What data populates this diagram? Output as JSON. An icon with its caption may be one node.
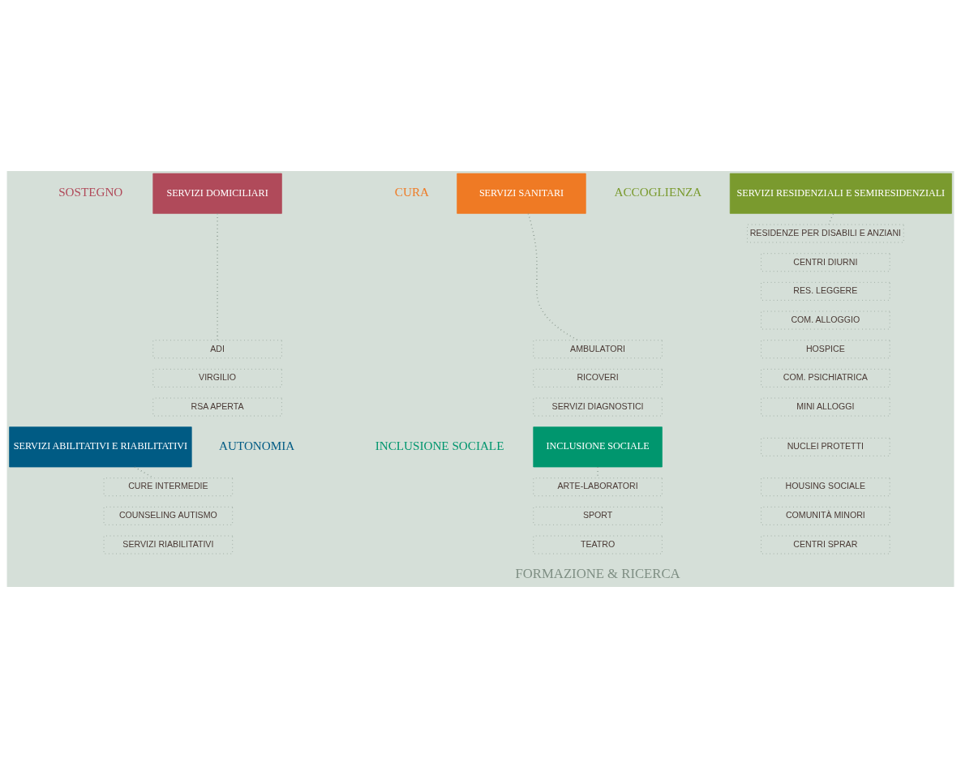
{
  "diagram": {
    "nodes": [
      {
        "text": [
          "SERVIZI RESIDENZIALI E SEMIRESIDENZIALI"
        ],
        "beside": [
          "ACCOGLIENZA"
        ]
      },
      {
        "text": [
          "RESIDENZE PER DISABILI E ANZIANI"
        ]
      },
      {
        "text": [
          "CENTRI DIURNI"
        ]
      },
      {
        "text": [
          "RES. LEGGERE"
        ]
      },
      {
        "text": [
          "COM. ALLOGGIO"
        ]
      },
      {
        "text": [
          "HOSPICE"
        ]
      },
      {
        "text": [
          "COM. PSICHIATRICA"
        ]
      },
      {
        "text": [
          "MINI ALLOGGI"
        ]
      },
      {
        "text": [
          "NUCLEI PROTETTI"
        ]
      },
      {
        "text": [
          "HOUSING SOCIALE"
        ]
      },
      {
        "text": [
          "COMUNITÀ MINORI"
        ]
      },
      {
        "text": [
          "CENTRI SPRAR"
        ]
      },
      {
        "text": [
          "SERVIZI DOMICILIARI"
        ],
        "beside": [
          "SOSTEGNO"
        ]
      },
      {
        "text": [
          "ADI"
        ]
      },
      {
        "text": [
          "VIRGILIO"
        ]
      },
      {
        "text": [
          "RSA APERTA"
        ]
      },
      {
        "text": [
          "SERVIZI SANITARI"
        ],
        "beside": [
          "CURA"
        ]
      },
      {
        "text": [
          "AMBULATORI"
        ]
      },
      {
        "text": [
          "RICOVERI"
        ]
      },
      {
        "text": [
          "SERVIZI DIAGNOSTICI"
        ]
      },
      {
        "text": [
          "SERVIZI ABILITATIVI E RIABILITATIVI"
        ],
        "beside": [
          "AUTONOMIA"
        ]
      },
      {
        "text": [
          "CURE INTERMEDIE"
        ]
      },
      {
        "text": [
          "COUNSELING AUTISMO"
        ]
      },
      {
        "text": [
          "SERVIZI RIABILITATIVI"
        ]
      },
      {
        "text": [
          "INCLUSIONE SOCIALE"
        ],
        "beside": [
          "INCLUSIONE SOCIALE"
        ]
      },
      {
        "text": [
          "ARTE-LABORATORI"
        ]
      },
      {
        "text": [
          "SPORT"
        ]
      },
      {
        "text": [
          "TEATRO"
        ]
      }
    ],
    "edges": [
      {
        "from": 0,
        "to": 1,
        "arrow": "none",
        "style": "dashed"
      },
      {
        "from": 12,
        "to": 13,
        "arrow": "none",
        "style": "dashed"
      },
      {
        "from": 16,
        "to": 17,
        "arrow": "none",
        "style": "dashed"
      },
      {
        "from": 20,
        "to": 21,
        "arrow": "none",
        "style": "dashed"
      },
      {
        "from": 24,
        "to": 25,
        "arrow": "none",
        "style": "dashed"
      }
    ],
    "labels": [
      "FORMAZIONE & RICERCA"
    ]
  }
}
